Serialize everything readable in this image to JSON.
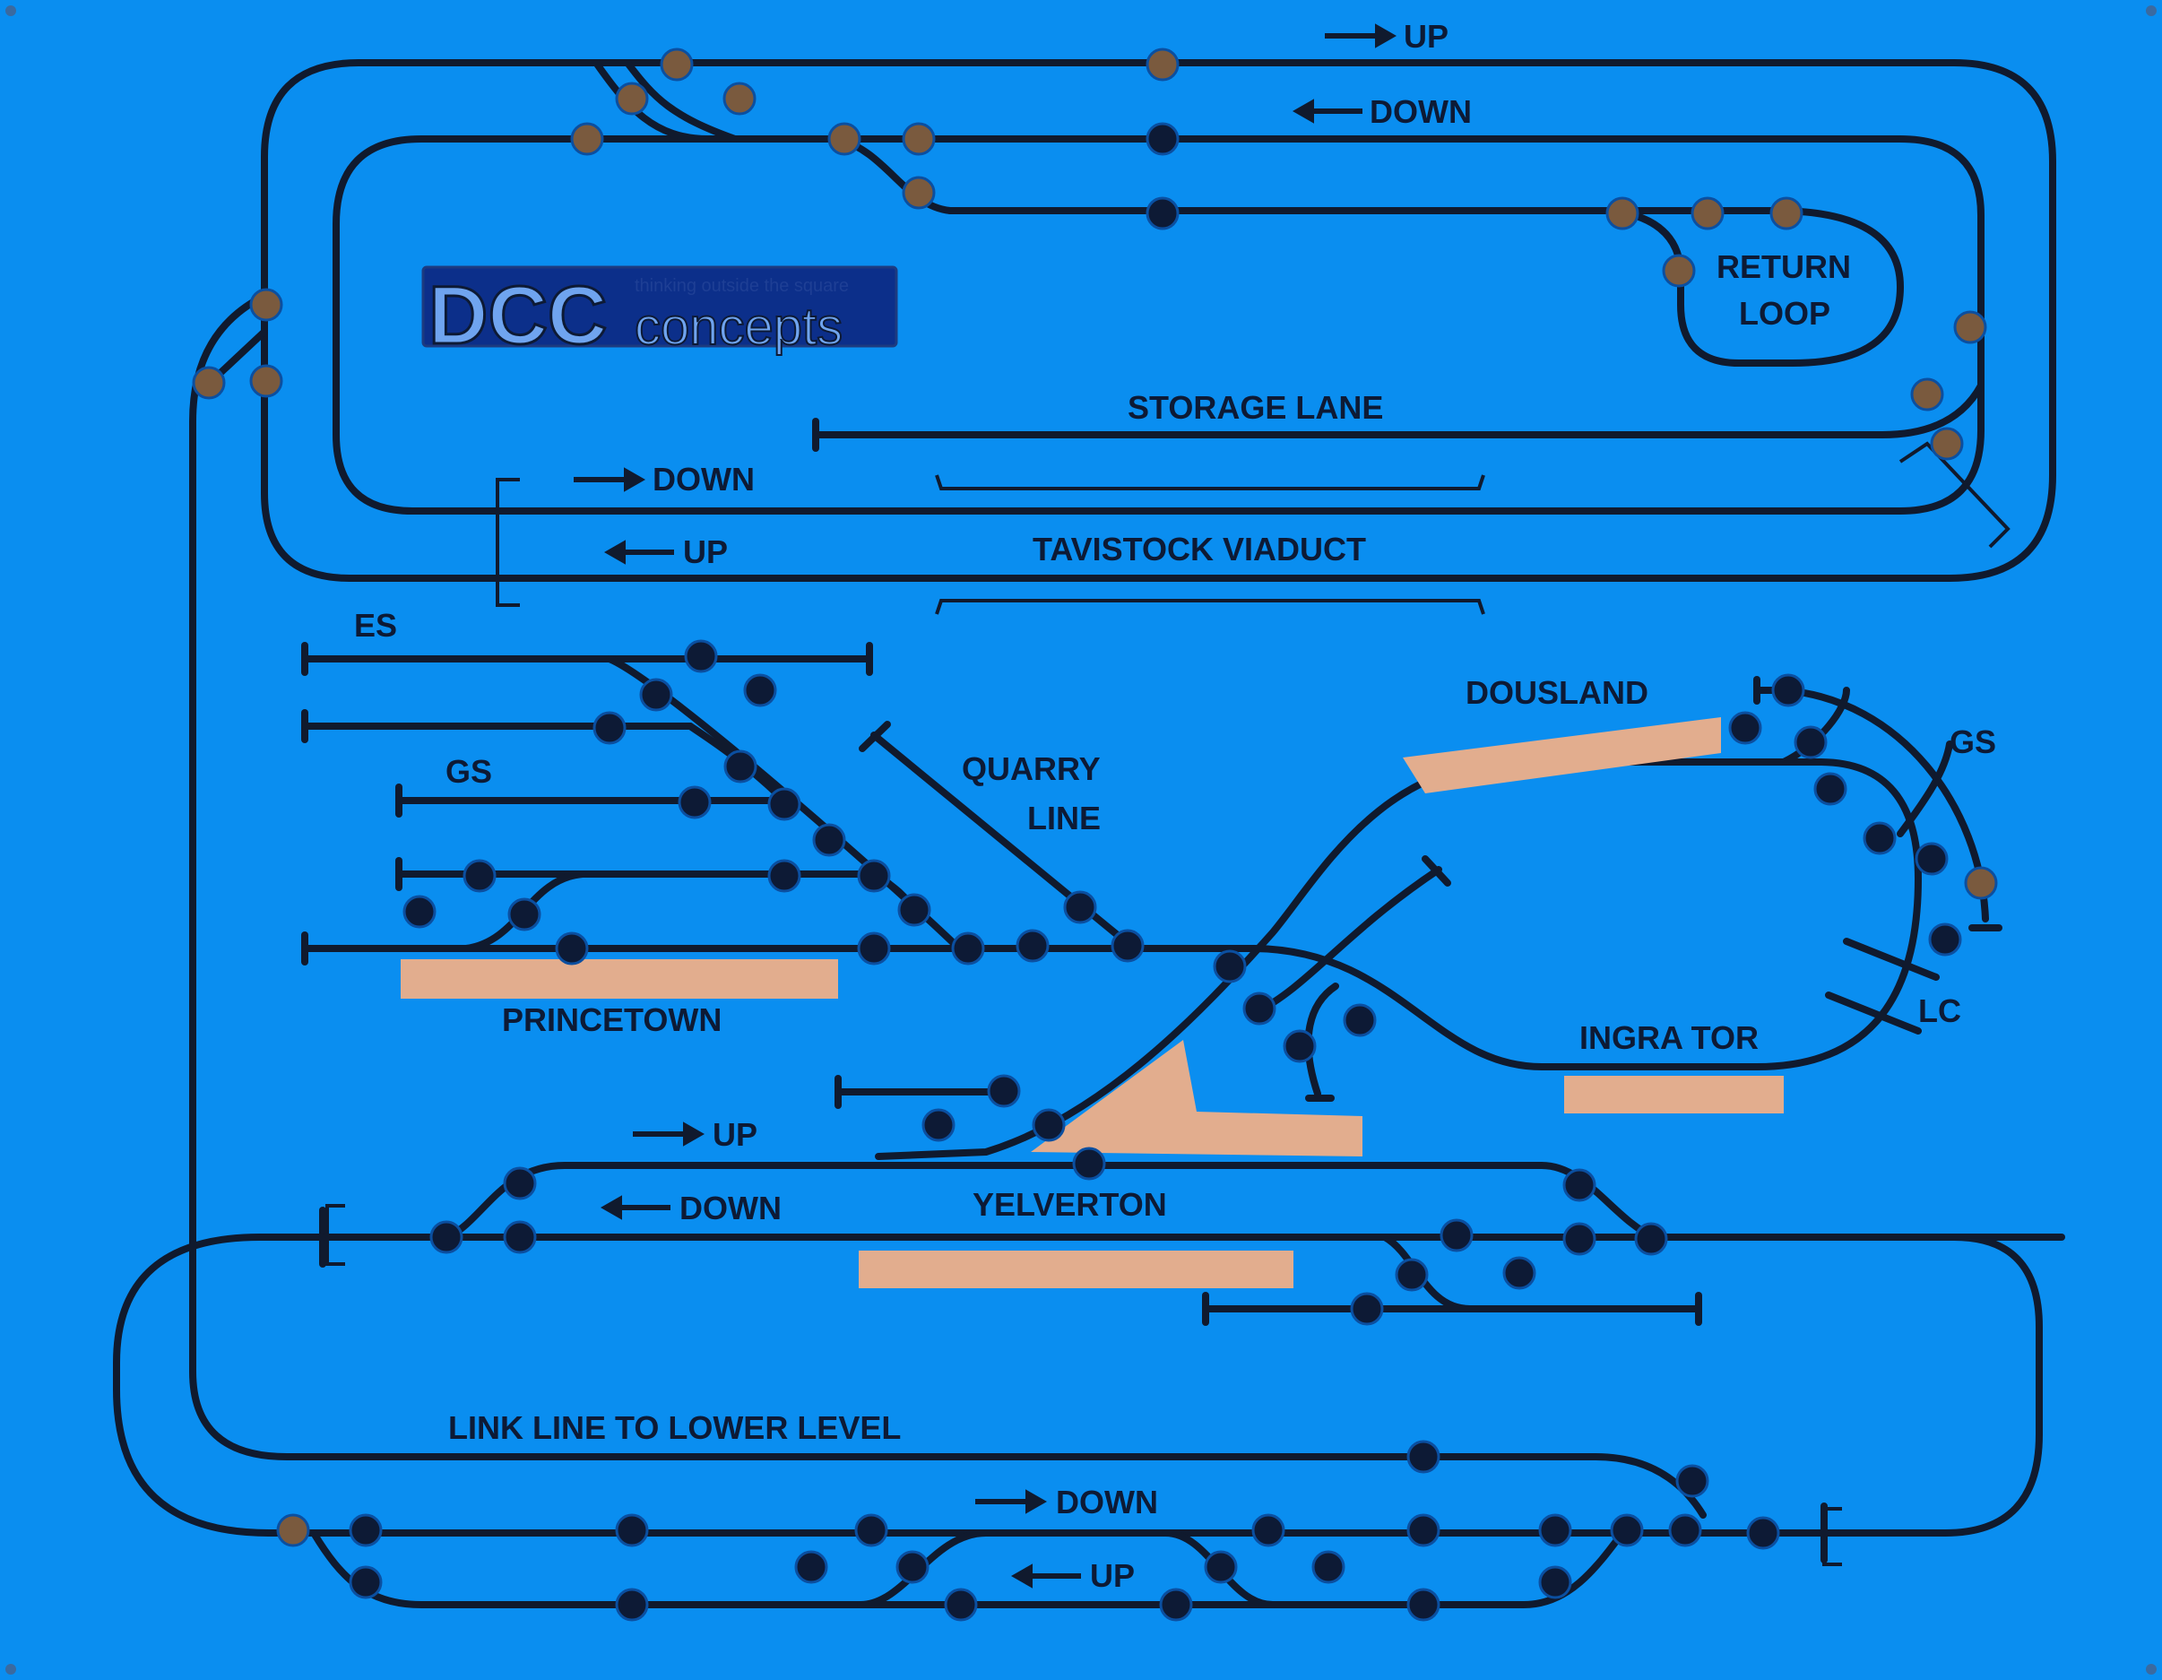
{
  "panel": {
    "background": "#0a8ef0",
    "track_color": "#101a2e",
    "platform_color": "#e2ad8e",
    "switch_color": "#0d1a35",
    "logo": {
      "main": "DCC",
      "sub": "concepts",
      "tagline": "thinking outside the square"
    },
    "labels": {
      "up_top": "UP",
      "down_top": "DOWN",
      "return_loop_1": "RETURN",
      "return_loop_2": "LOOP",
      "storage_lane": "STORAGE LANE",
      "down_viaduct": "DOWN",
      "up_viaduct": "UP",
      "tavistock_viaduct": "TAVISTOCK VIADUCT",
      "es": "ES",
      "gs_left": "GS",
      "quarry_1": "QUARRY",
      "quarry_2": "LINE",
      "princetown": "PRINCETOWN",
      "dousland": "DOUSLAND",
      "gs_right": "GS",
      "lc": "LC",
      "ingra_tor": "INGRA TOR",
      "up_yelverton": "UP",
      "down_yelverton": "DOWN",
      "yelverton": "YELVERTON",
      "link_line": "LINK LINE TO LOWER LEVEL",
      "down_lower": "DOWN",
      "up_lower": "UP"
    }
  }
}
